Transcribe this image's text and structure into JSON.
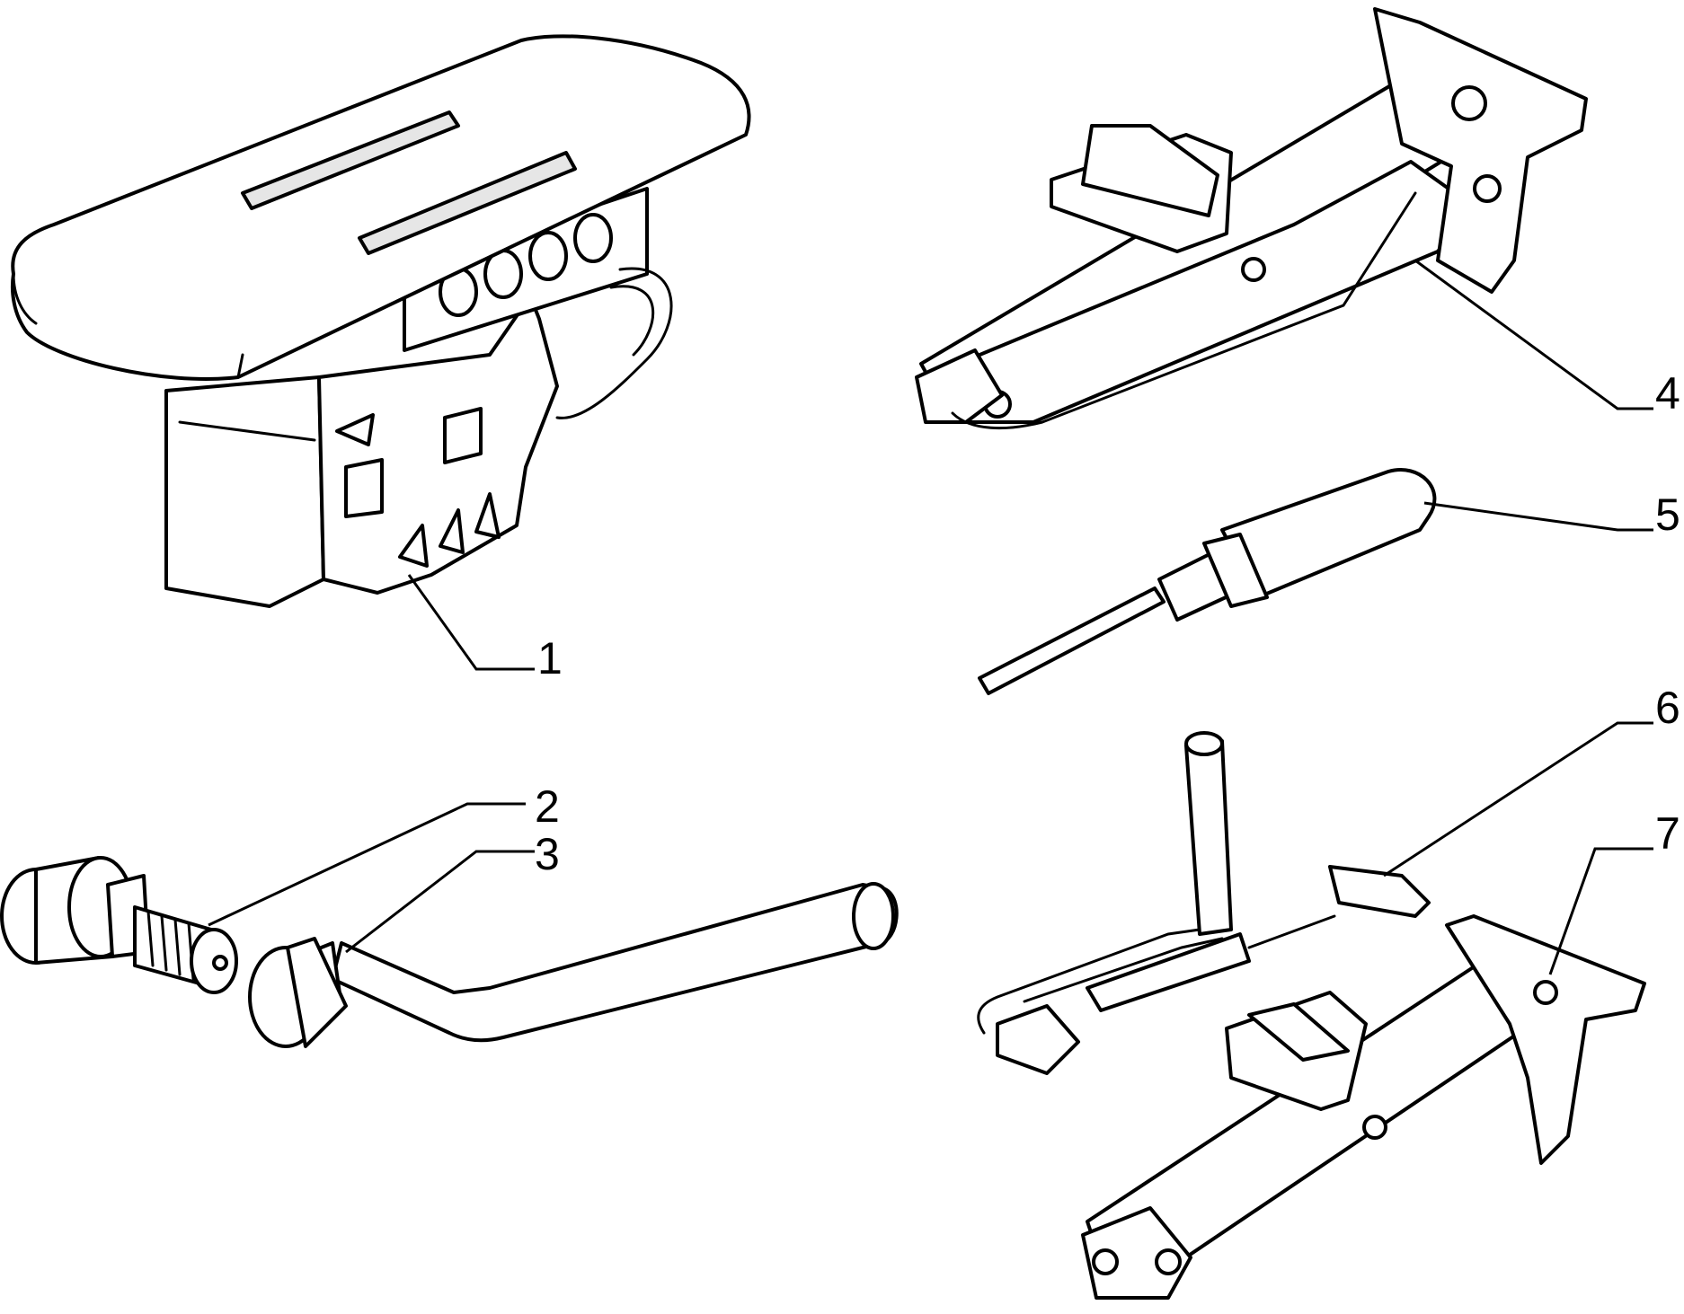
{
  "callouts": [
    {
      "id": "1",
      "label": "1"
    },
    {
      "id": "2",
      "label": "2"
    },
    {
      "id": "3",
      "label": "3"
    },
    {
      "id": "4",
      "label": "4"
    },
    {
      "id": "5",
      "label": "5"
    },
    {
      "id": "6",
      "label": "6"
    },
    {
      "id": "7",
      "label": "7"
    }
  ],
  "colors": {
    "line": "#000000",
    "background": "#ffffff",
    "fill": "#e6e6e6"
  }
}
